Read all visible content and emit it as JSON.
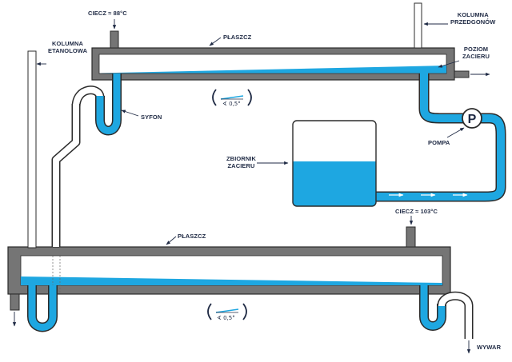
{
  "labels": {
    "liquid_top": "CIECZ ≈ 88°C",
    "jacket_top": "PŁASZCZ",
    "column_pre": [
      "KOLUMNA",
      "PRZEDGONÓW"
    ],
    "column_ethanol": [
      "KOLUMNA",
      "ETANOLOWA"
    ],
    "mash_level": [
      "POZIOM",
      "ZACIERU"
    ],
    "siphon": "SYFON",
    "pump": "POMPA",
    "pump_symbol": "P",
    "mash_tank": [
      "ZBIORNIK",
      "ZACIERU"
    ],
    "liquid_bottom": "CIECZ ≈ 103°C",
    "jacket_bottom": "PŁASZCZ",
    "drain": "WYWAR",
    "angle_top": "∢ 0,5°",
    "angle_bottom": "∢ 0,5°"
  },
  "colors": {
    "wall": "#757575",
    "wall_stroke": "#2b2b2b",
    "liquid": "#1ea7e1",
    "text": "#1f2a44",
    "arrow": "#1f2a44"
  }
}
